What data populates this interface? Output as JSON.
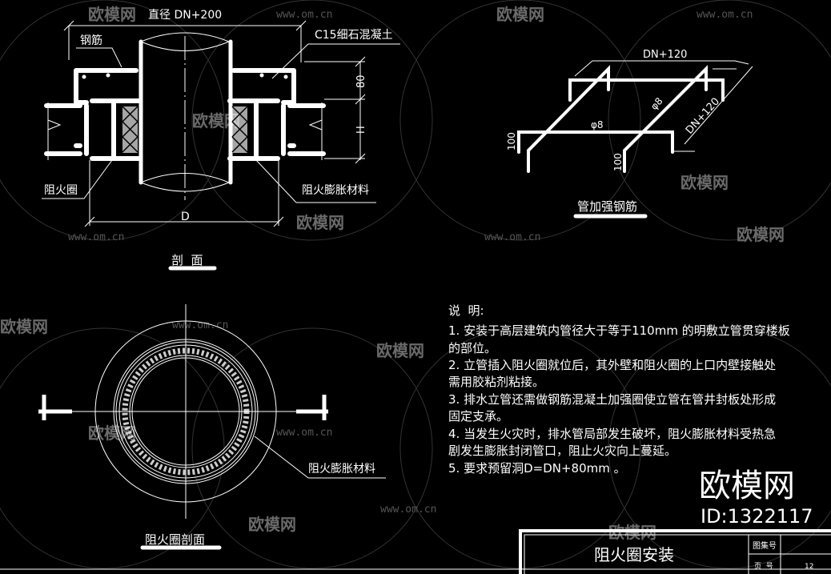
{
  "section": {
    "title": "剖  面",
    "dim_top": "直径 DN+200",
    "dim_bottom": "D",
    "dim_80": "80",
    "dim_h": "H",
    "label_rebar": "钢筋",
    "label_concrete": "C15细石混凝土",
    "label_fire_ring": "阻火圈",
    "label_intumescent": "阻火膨胀材料"
  },
  "rebar": {
    "title": "管加强钢筋",
    "dim_top": "DN+120",
    "dim_diag": "DN+120",
    "phi_1": "φ8",
    "phi_2": "φ8",
    "leg_1": "100",
    "leg_2": "100"
  },
  "plan": {
    "title": "阻火圈剖面",
    "label_intumescent": "阻火膨胀材料"
  },
  "notes": {
    "heading": "说  明:",
    "lines": [
      "1. 安装于高层建筑内管径大于等于110mm 的明敷立管贯穿楼板",
      "的部位。",
      "2. 立管插入阻火圈就位后，其外壁和阻火圈的上口内壁接触处",
      "需用胶粘剂粘接。",
      "3. 排水立管还需做钢筋混凝土加强圈使立管在管井封板处形成",
      "固定支承。",
      "4. 当发生火灾时，排水管局部发生破坏，阻火膨胀材料受热急",
      "剧发生膨胀封闭管口，阻止火灾向上蔓延。",
      "5. 要求预留洞D=DN+80mm 。"
    ]
  },
  "title_block": {
    "drawing_title": "阻火圈安装",
    "atlas_no_label": "图集号",
    "page_label": "页  号",
    "page_no": "12"
  },
  "watermark": {
    "brand": "欧模网",
    "url": "www.om.cn",
    "id": "ID:1322117"
  },
  "colors": {
    "background": "#000000",
    "line": "#ffffff",
    "watermark": "#6a6a6a"
  }
}
